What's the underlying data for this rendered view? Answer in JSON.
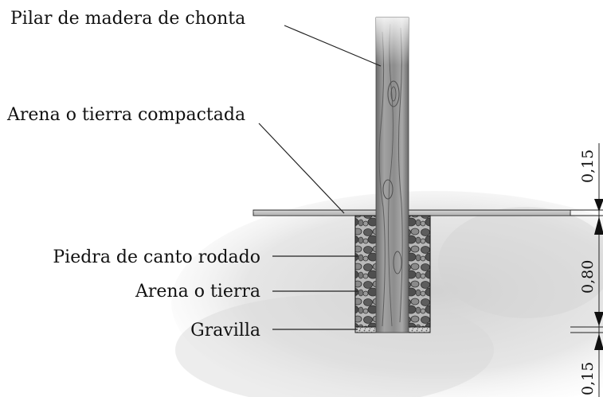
{
  "labels": {
    "pillar": "Pilar de madera de chonta",
    "compacted_fill": "Arena o tierra compactada",
    "boulder_stone": "Piedra de canto rodado",
    "sand_or_earth": "Arena o tierra",
    "gravel": "Gravilla"
  },
  "dimensions": {
    "top": "0,15",
    "middle": "0,80",
    "bottom": "0,15"
  },
  "colors": {
    "wood": "#8f8f8f",
    "wood_grain": "#5e5e5e",
    "ground_wash": "#d9d9d9",
    "stone_fill": "#6f6f6f",
    "line": "#222222"
  }
}
